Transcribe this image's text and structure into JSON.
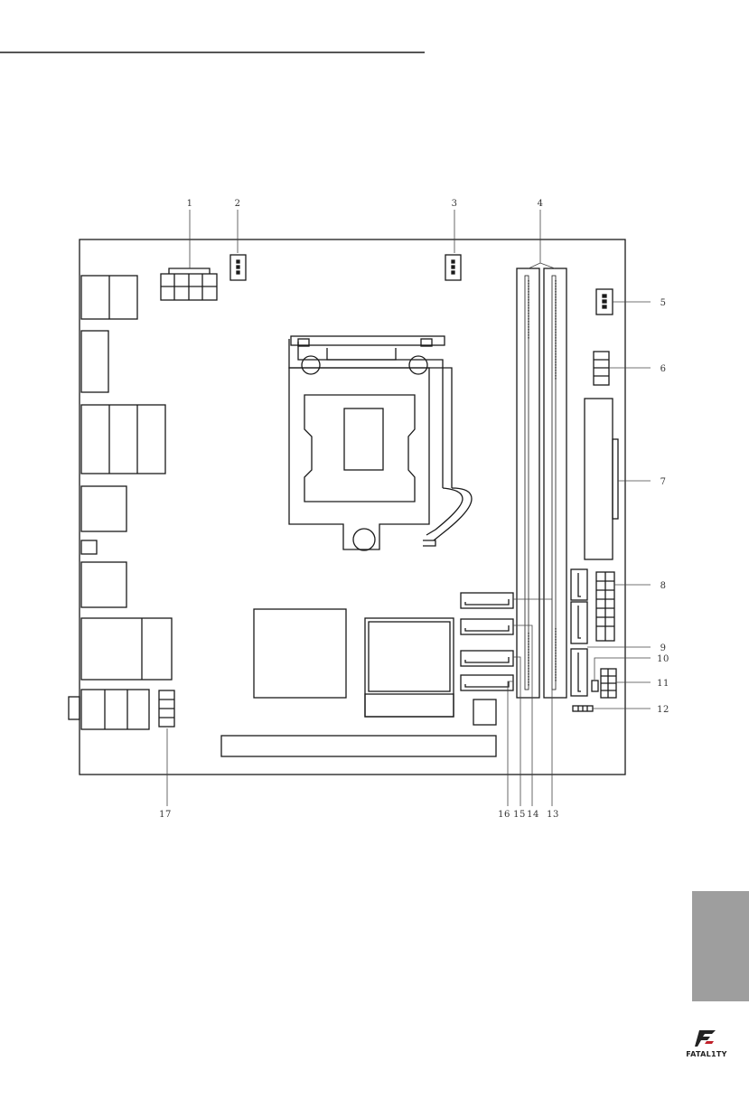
{
  "diagram": {
    "labels": {
      "n1": "1",
      "n2": "2",
      "n3": "3",
      "n4": "4",
      "n5": "5",
      "n6": "6",
      "n7": "7",
      "n8": "8",
      "n9": "9",
      "n10": "10",
      "n11": "11",
      "n12": "12",
      "n13": "13",
      "n14": "14",
      "n15": "15",
      "n16": "16",
      "n17": "17"
    }
  },
  "brand": {
    "logo_text": "FATAL1TY"
  },
  "colors": {
    "board_line": "#1a1a1a",
    "side_tab": "#9e9e9e",
    "top_rule": "#555555"
  }
}
